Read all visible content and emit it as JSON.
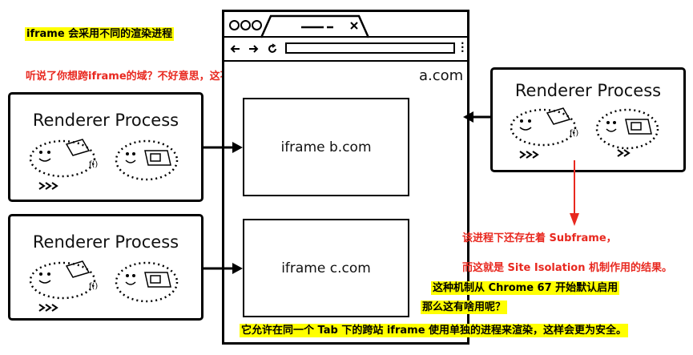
{
  "title_note": "iframe 会采用不同的渲染进程",
  "question": "听说了你想跨iframe的域？不好意思，这不安全，我可不允许",
  "browser": {
    "origin_label": "a.com",
    "frames": [
      {
        "label": "iframe b.com"
      },
      {
        "label": "iframe c.com"
      }
    ]
  },
  "processes": [
    {
      "label": "Renderer Process"
    },
    {
      "label": "Renderer Process"
    },
    {
      "label": "Renderer Process"
    }
  ],
  "notes": {
    "subframe": "该进程下还存在着 Subframe，",
    "site_isolation": "而这就是 Site Isolation 机制作用的结果。",
    "chrome67": "这种机制从 Chrome 67 开始默认启用",
    "what_use": "那么这有啥用呢？",
    "conclusion": "它允许在同一个 Tab 下的跨站 iframe 使用单独的进程来渲染，这样会更为安全。"
  },
  "colors": {
    "highlight": "#ffff00",
    "red": "#e8281f",
    "ink": "#000000"
  }
}
